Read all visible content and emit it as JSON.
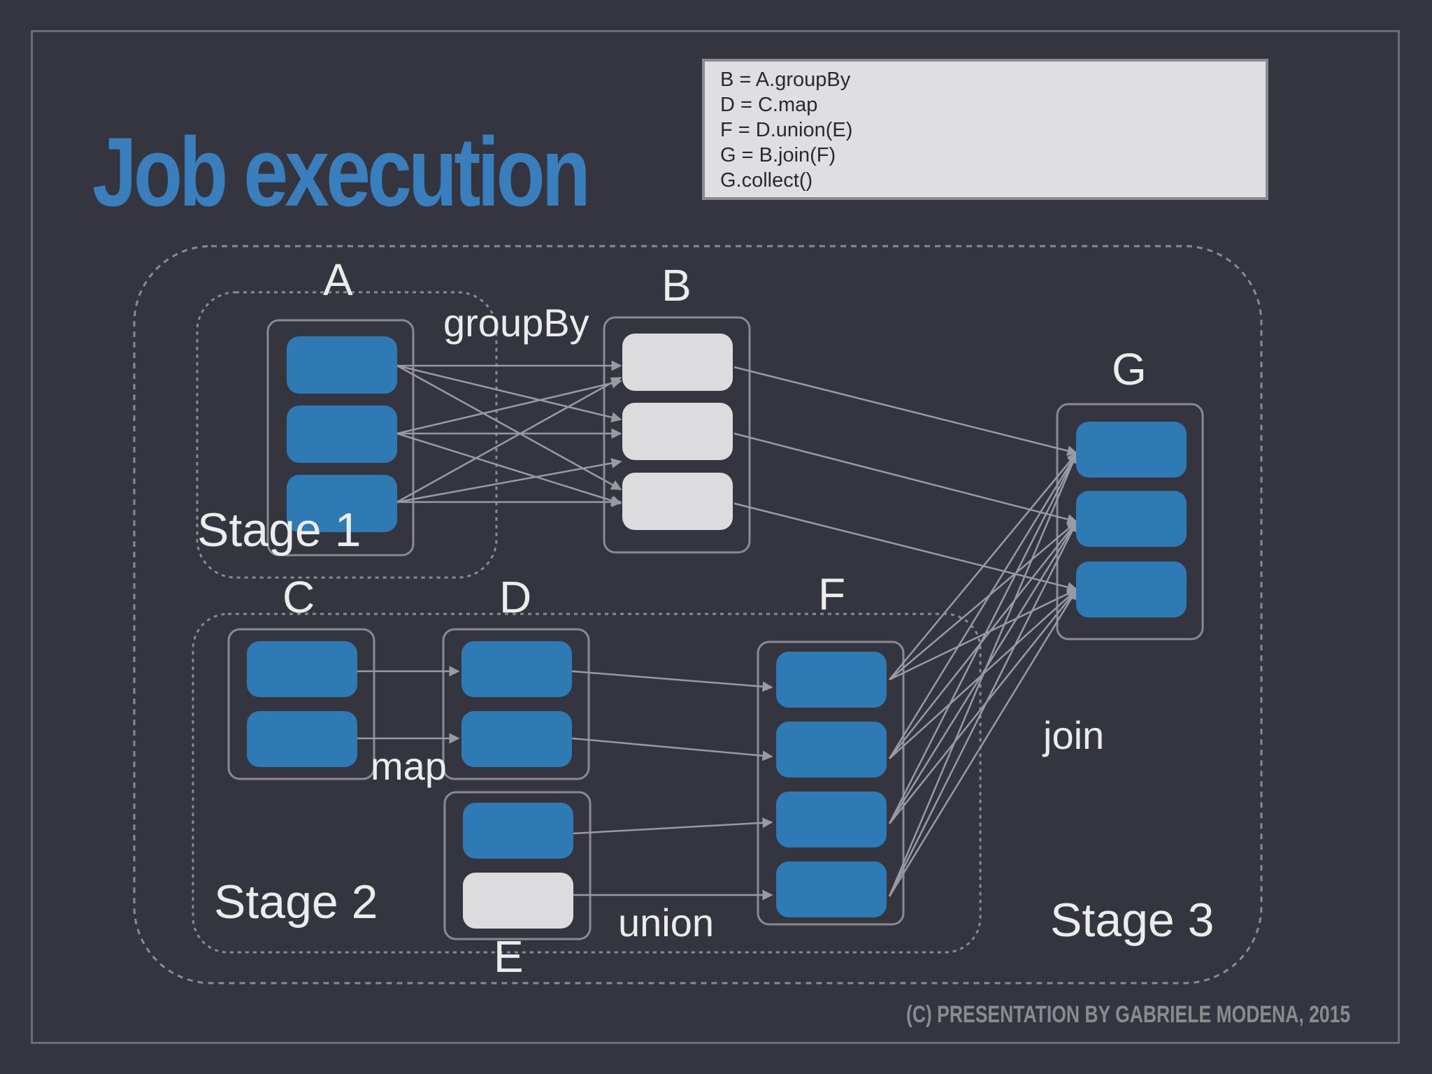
{
  "colors": {
    "background": "#35353f",
    "title": "#3a7fbd",
    "partition_blue": "#2d7ab4",
    "partition_white": "#dcdcdf",
    "container_border": "#8a8a92",
    "arrow": "#9a9aa2",
    "footer": "#8a8a90"
  },
  "title": "Job execution",
  "code_box": {
    "lines": [
      "B = A.groupBy",
      "D = C.map",
      "F = D.union(E)",
      "G = B.join(F)",
      "G.collect()"
    ]
  },
  "rdds": {
    "A": "A",
    "B": "B",
    "C": "C",
    "D": "D",
    "E": "E",
    "F": "F",
    "G": "G"
  },
  "operations": {
    "groupBy": "groupBy",
    "map": "map",
    "union": "union",
    "join": "join"
  },
  "stages": {
    "stage1": "Stage 1",
    "stage2": "Stage 2",
    "stage3": "Stage 3"
  },
  "footer": "(C) PRESENTATION BY GABRIELE MODENA, 2015"
}
